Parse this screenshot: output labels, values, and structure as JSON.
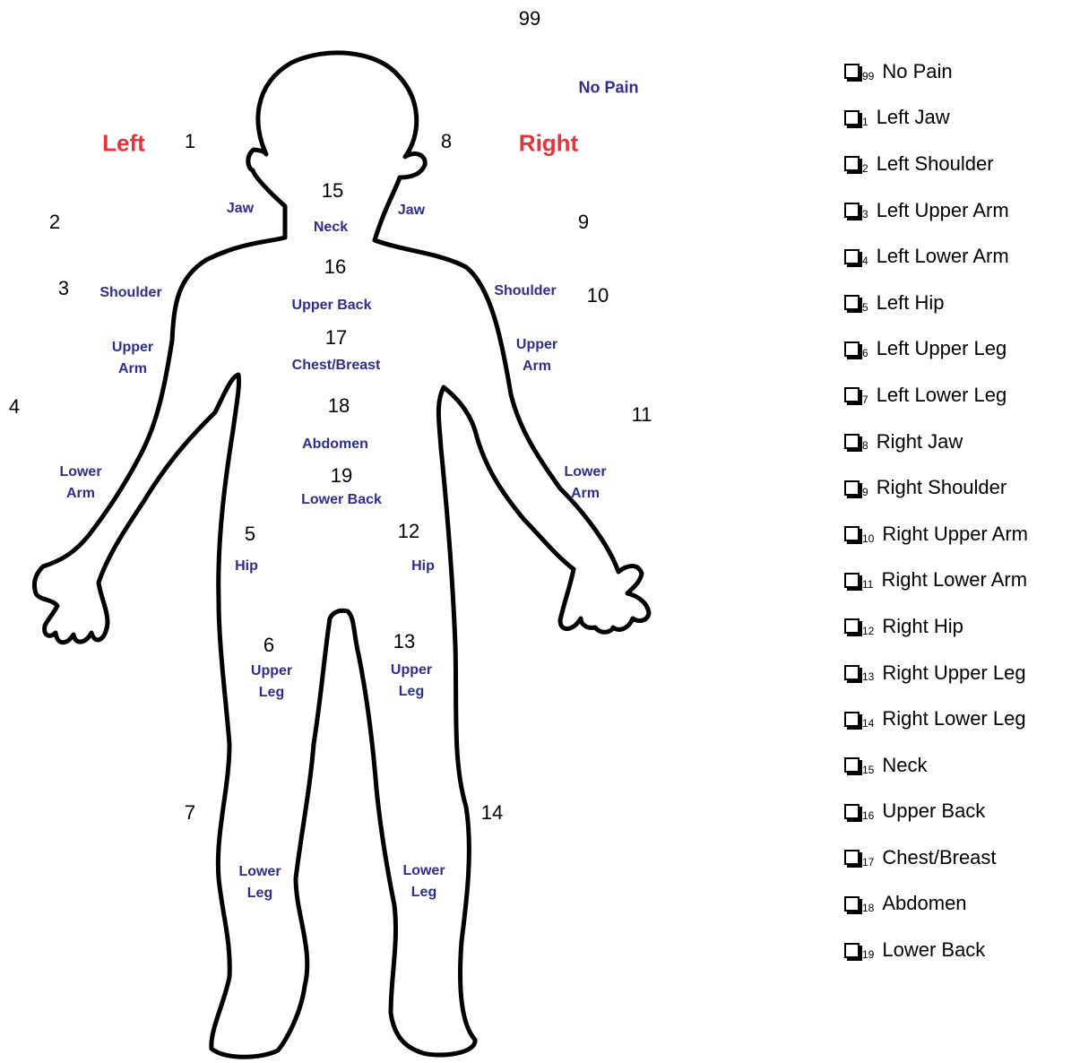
{
  "diagram": {
    "top_number": "99",
    "no_pain_label": "No Pain",
    "left_side": "Left",
    "right_side": "Right",
    "numbers": [
      "1",
      "2",
      "3",
      "4",
      "5",
      "6",
      "7",
      "8",
      "9",
      "10",
      "11",
      "12",
      "13",
      "14",
      "15",
      "16",
      "17",
      "18",
      "19"
    ],
    "regions": {
      "jaw_left": "Jaw",
      "jaw_right": "Jaw",
      "neck": "Neck",
      "shoulder_left": "Shoulder",
      "shoulder_right": "Shoulder",
      "upper_back": "Upper Back",
      "chest": "Chest/Breast",
      "abdomen": "Abdomen",
      "lower_back": "Lower Back",
      "upper_arm_left": [
        "Upper",
        "Arm"
      ],
      "upper_arm_right": [
        "Upper",
        "Arm"
      ],
      "lower_arm_left": [
        "Lower",
        "Arm"
      ],
      "lower_arm_right": [
        "Lower",
        "Arm"
      ],
      "hip_left": "Hip",
      "hip_right": "Hip",
      "upper_leg_left": [
        "Upper",
        "Leg"
      ],
      "upper_leg_right": [
        "Upper",
        "Leg"
      ],
      "lower_leg_left": [
        "Lower",
        "Leg"
      ],
      "lower_leg_right": [
        "Lower",
        "Leg"
      ]
    },
    "colors": {
      "side_label": "#e8313a",
      "region_label": "#2e2e8e",
      "outline": "#000000"
    }
  },
  "checklist": [
    {
      "code": "99",
      "label": "No Pain"
    },
    {
      "code": "1",
      "label": "Left Jaw"
    },
    {
      "code": "2",
      "label": "Left Shoulder"
    },
    {
      "code": "3",
      "label": "Left Upper Arm"
    },
    {
      "code": "4",
      "label": "Left Lower Arm"
    },
    {
      "code": "5",
      "label": "Left Hip"
    },
    {
      "code": "6",
      "label": "Left Upper Leg"
    },
    {
      "code": "7",
      "label": "Left Lower Leg"
    },
    {
      "code": "8",
      "label": "Right Jaw"
    },
    {
      "code": "9",
      "label": "Right Shoulder"
    },
    {
      "code": "10",
      "label": "Right Upper Arm"
    },
    {
      "code": "11",
      "label": "Right Lower Arm"
    },
    {
      "code": "12",
      "label": "Right Hip"
    },
    {
      "code": "13",
      "label": "Right Upper Leg"
    },
    {
      "code": "14",
      "label": "Right Lower Leg"
    },
    {
      "code": "15",
      "label": "Neck"
    },
    {
      "code": "16",
      "label": "Upper Back"
    },
    {
      "code": "17",
      "label": "Chest/Breast"
    },
    {
      "code": "18",
      "label": "Abdomen"
    },
    {
      "code": "19",
      "label": "Lower Back"
    }
  ]
}
